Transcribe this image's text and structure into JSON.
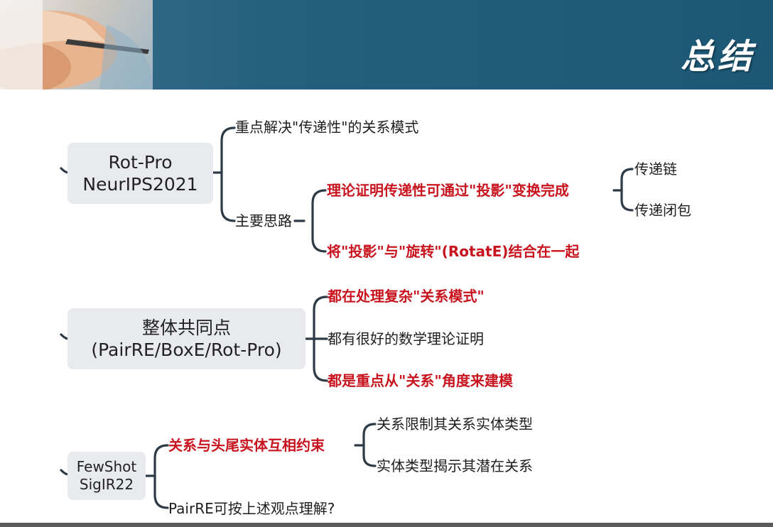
{
  "header": {
    "title": "总结"
  },
  "groups": [
    {
      "node": {
        "line1": "Rot-Pro",
        "line2": "NeurIPS2021"
      },
      "children": [
        {
          "label": "重点解决\"传递性\"的关系模式"
        },
        {
          "label": "主要思路",
          "children": [
            {
              "label": "理论证明传递性可通过\"投影\"变换完成",
              "children": [
                {
                  "label": "传递链"
                },
                {
                  "label": "传递闭包"
                }
              ]
            },
            {
              "label": "将\"投影\"与\"旋转\"(RotatE)结合在一起"
            }
          ]
        }
      ]
    },
    {
      "node": {
        "line1": "整体共同点",
        "line2": "(PairRE/BoxE/Rot-Pro)"
      },
      "children": [
        {
          "label": "都在处理复杂\"关系模式\""
        },
        {
          "label": "都有很好的数学理论证明"
        },
        {
          "label": "都是重点从\"关系\"角度来建模"
        }
      ]
    },
    {
      "node": {
        "line1": "FewShot",
        "line2": "SigIR22"
      },
      "children": [
        {
          "label": "关系与头尾实体互相约束",
          "children": [
            {
              "label": "关系限制其关系实体类型"
            },
            {
              "label": "实体类型揭示其潜在关系"
            }
          ]
        },
        {
          "label": "PairRE可按上述观点理解?"
        }
      ]
    }
  ],
  "colors": {
    "header": "#24607e",
    "emphasis": "#c8141e",
    "node_bg": "#e8eaee",
    "connector": "#2e3a46"
  }
}
